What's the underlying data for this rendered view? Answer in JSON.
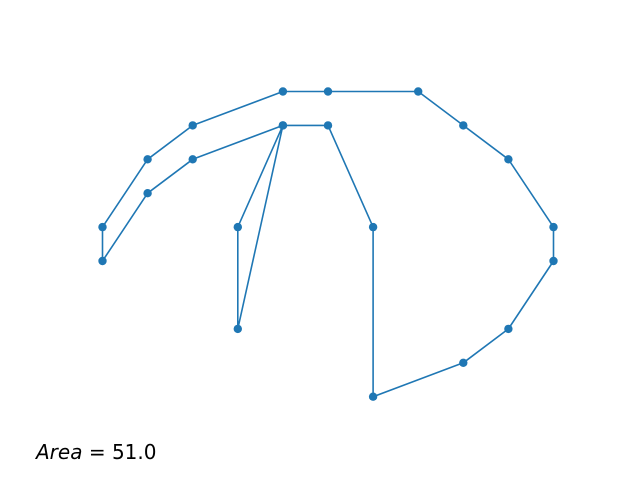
{
  "chart_data": {
    "type": "line",
    "closed": true,
    "x": [
      -5,
      -5,
      -4,
      -3,
      -1,
      0,
      2,
      3,
      4,
      5,
      5,
      4,
      3,
      1,
      1,
      0,
      -1,
      -2,
      -2,
      -1,
      -3,
      -4
    ],
    "y": [
      0,
      1,
      3,
      4,
      5,
      5,
      5,
      4,
      3,
      1,
      0,
      -2,
      -3,
      -4,
      1,
      4,
      4,
      1,
      -2,
      4,
      3,
      2
    ],
    "xlim": [
      -5.5,
      5.5
    ],
    "ylim": [
      -4.9,
      6
    ],
    "color": "#1f77b4",
    "grid": false,
    "axes_visible": false,
    "annotation": {
      "variable": "Area",
      "operator": " = ",
      "value": "51.0"
    }
  }
}
